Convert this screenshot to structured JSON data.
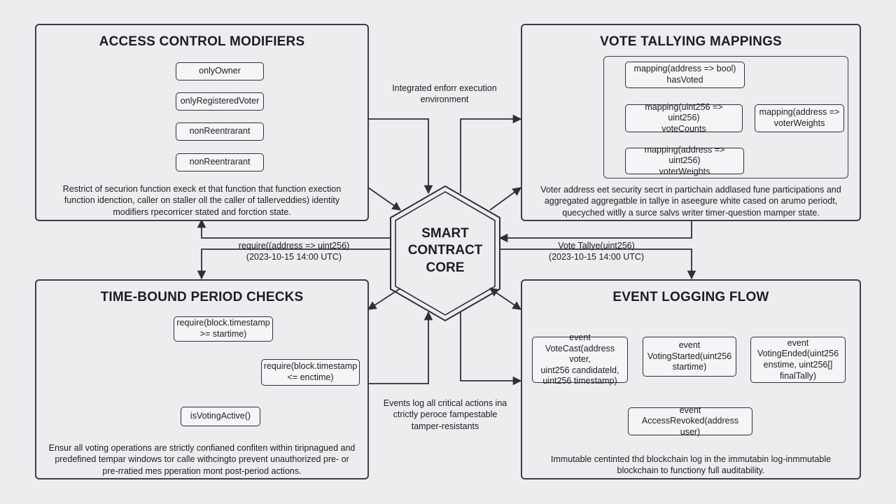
{
  "colors": {
    "background": "#ebedef",
    "stroke": "#2d3136",
    "box_fill": "#f4f5f6"
  },
  "core": {
    "lines": [
      "SMART",
      "CONTRACT",
      "CORE"
    ]
  },
  "access": {
    "title": "ACCESS CONTROL MODIFIERS",
    "icon": "lock-icon",
    "modifiers": [
      "onlyOwner",
      "onlyRegisteredVoter",
      "nonReentrarant",
      "nonReentrarant"
    ],
    "description": "Restrict of securion function execk et that function that function exection\nfunction idenction, caller on staller oll the caller of tallerveddies) identity\nmodifiers rpecorricer stated and forction state."
  },
  "vote": {
    "title": "VOTE TALLYING MAPPINGS",
    "icon": "database-icon",
    "mappings": [
      "mapping(address => bool)\nhasVoted",
      "mapping(uint256 => uint256)\nvoteCounts",
      "mapping(address =>\nvoterWeights",
      "mapping(address => uint256)\nvoterWeights"
    ],
    "description": "Voter address eet security secrt in partichain addlased fune participations and\naggregated aggregatble in tallye in aseegure white cased on arumo periodt,\nquecyched witlly a surce salvs writer timer-question mamper state."
  },
  "time": {
    "title": "TIME-BOUND PERIOD CHECKS",
    "icon": "clock-icon",
    "checks": [
      "require(block.timestamp\n>= startime)",
      "require(block.timestamp\n<= enctime)",
      "isVotingActive()"
    ],
    "description": "Ensur all voting operations are strictly confianed confiten within tiripnagued and\npredefined tempar windows tor calle withcingto prevent unauthorized pre- or\npre-rratied mes pperation mont post-period actions."
  },
  "events": {
    "title": "EVENT LOGGING FLOW",
    "nodes": [
      "event\nVoteCast(address voter,\nuint256 candidateld,\nuint256 timestamp)",
      "event\nVotingStarted(uint256\nstartime)",
      "event\nVotingEnded(uint256\nenstime, uint256[]\nfinalTally)",
      "event\nAccessRevoked(address user)"
    ],
    "description": "Immutable centinted thd blockchain log in the immutabin log-inmmutable\nblockchain to functiony full auditability."
  },
  "connectors": {
    "top": "Integrated enforr execution\nenvironment",
    "left": "require((address => uint256)\n(2023-10-15 14:00 UTC)",
    "right": "Vote Tallye(uint256)\n(2023-10-15 14:00 UTC)",
    "bottom": "Events log all critical actions ina\nctrictly peroce fampestable\ntamper-resistants"
  }
}
